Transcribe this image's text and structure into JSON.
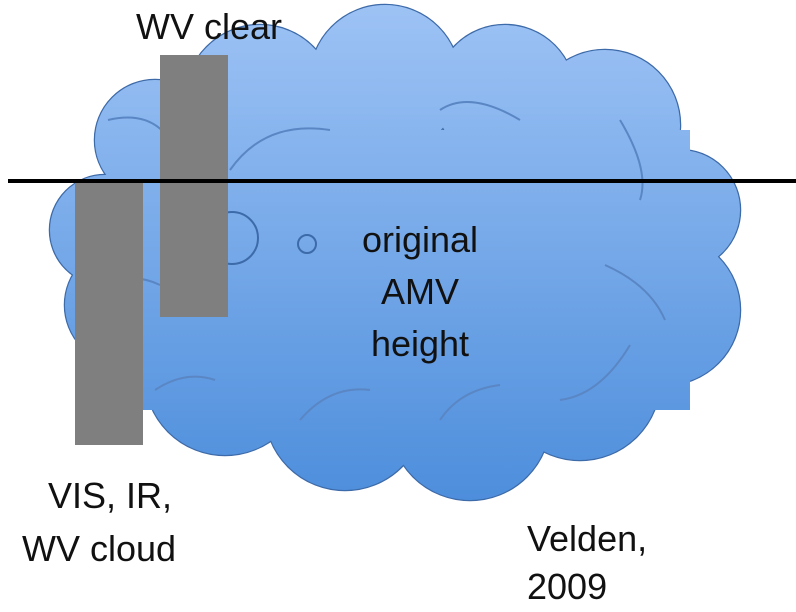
{
  "labels": {
    "wv_clear": "WV clear",
    "center_line1": "original",
    "center_line2": "AMV",
    "center_line3": "height",
    "left_line1": "VIS, IR,",
    "left_line2": "WV cloud",
    "credit_line1": "Velden,",
    "credit_line2": "2009"
  },
  "colors": {
    "cloud_light": "#9ec3f5",
    "cloud_dark": "#3b82d6",
    "cloud_outline": "#3d6aa8",
    "bar": "#7f7f7f",
    "line": "#000000"
  }
}
